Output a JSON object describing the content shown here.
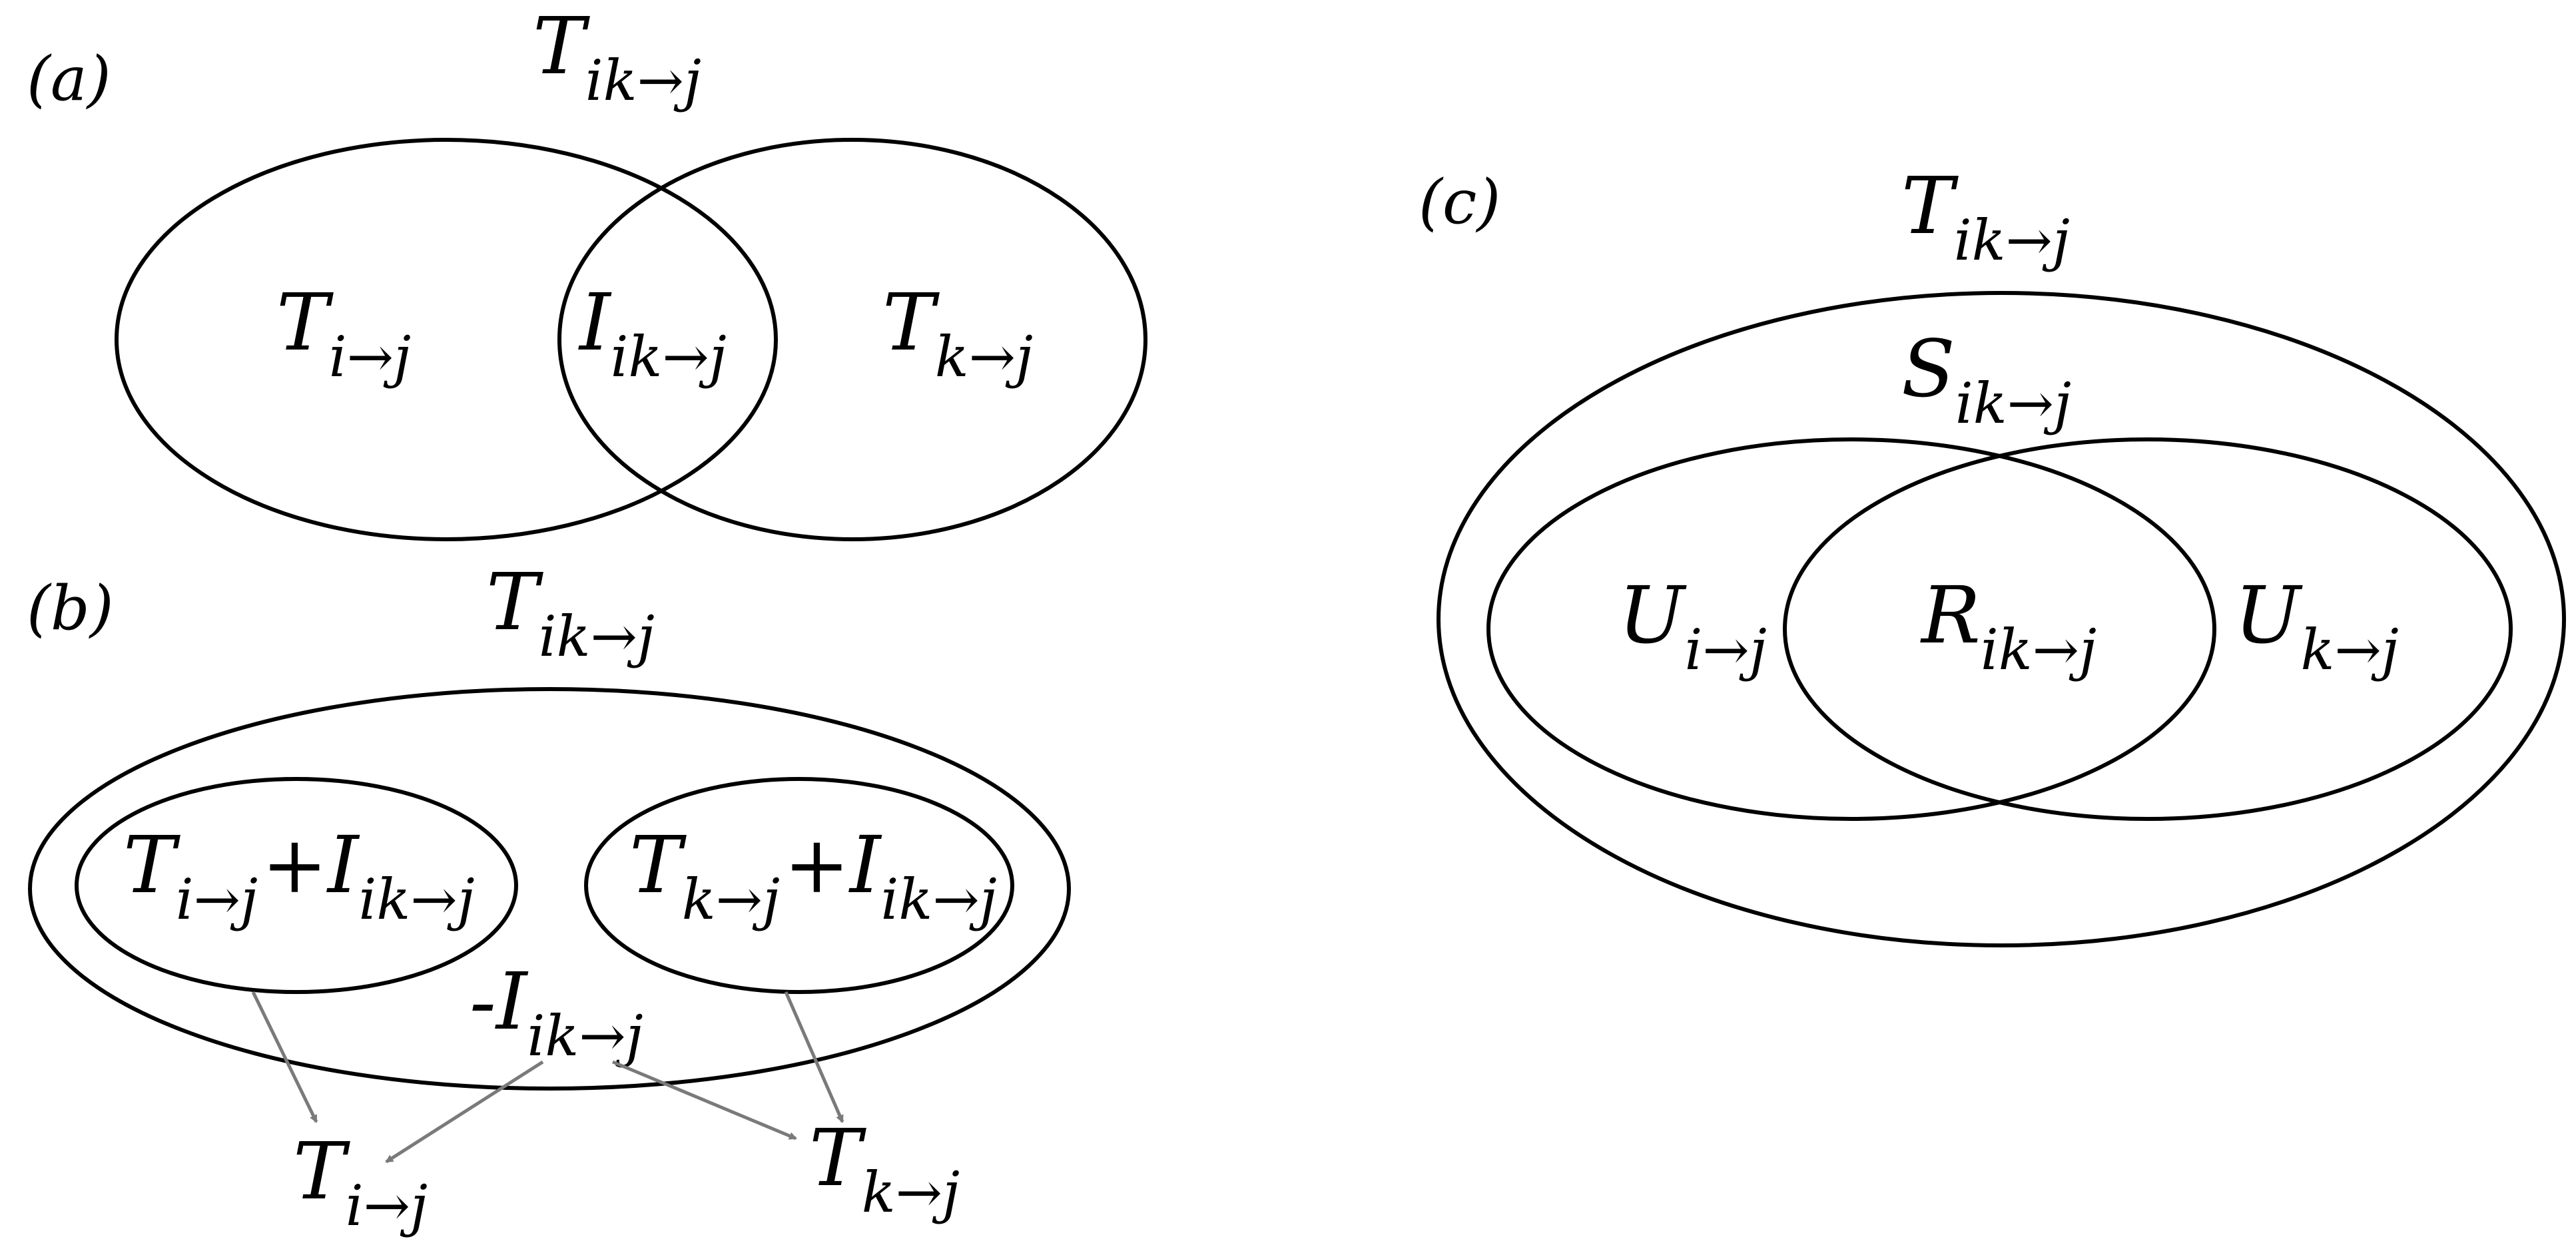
{
  "panels": {
    "a": {
      "label": "(a)",
      "outer_label": {
        "main": "T",
        "sub": "ik→j"
      },
      "left_label": {
        "main": "T",
        "sub": "i→j"
      },
      "middle_label": {
        "main": "I",
        "sub": "ik→j"
      },
      "right_label": {
        "main": "T",
        "sub": "k→j"
      }
    },
    "b": {
      "label": "(b)",
      "outer_label": {
        "main": "T",
        "sub": "ik→j"
      },
      "left_label": {
        "t": "T",
        "t_sub": "i→j",
        "plus": "+",
        "i": "I",
        "i_sub": "ik→j"
      },
      "right_label": {
        "t": "T",
        "t_sub": "k→j",
        "plus": "+",
        "i": "I",
        "i_sub": "ik→j"
      },
      "minus_label": {
        "main": "-I",
        "sub": "ik→j"
      },
      "bottom_left_label": {
        "main": "T",
        "sub": "i→j"
      },
      "bottom_right_label": {
        "main": "T",
        "sub": "k→j"
      }
    },
    "c": {
      "label": "(c)",
      "outer_label": {
        "main": "T",
        "sub": "ik→j"
      },
      "synergy_label": {
        "main": "S",
        "sub": "ik→j"
      },
      "left_label": {
        "main": "U",
        "sub": "i→j"
      },
      "middle_label": {
        "main": "R",
        "sub": "ik→j"
      },
      "right_label": {
        "main": "U",
        "sub": "k→j"
      }
    }
  },
  "colors": {
    "stroke": "#000000",
    "arrow": "#7a7a7a",
    "background": "#ffffff"
  }
}
